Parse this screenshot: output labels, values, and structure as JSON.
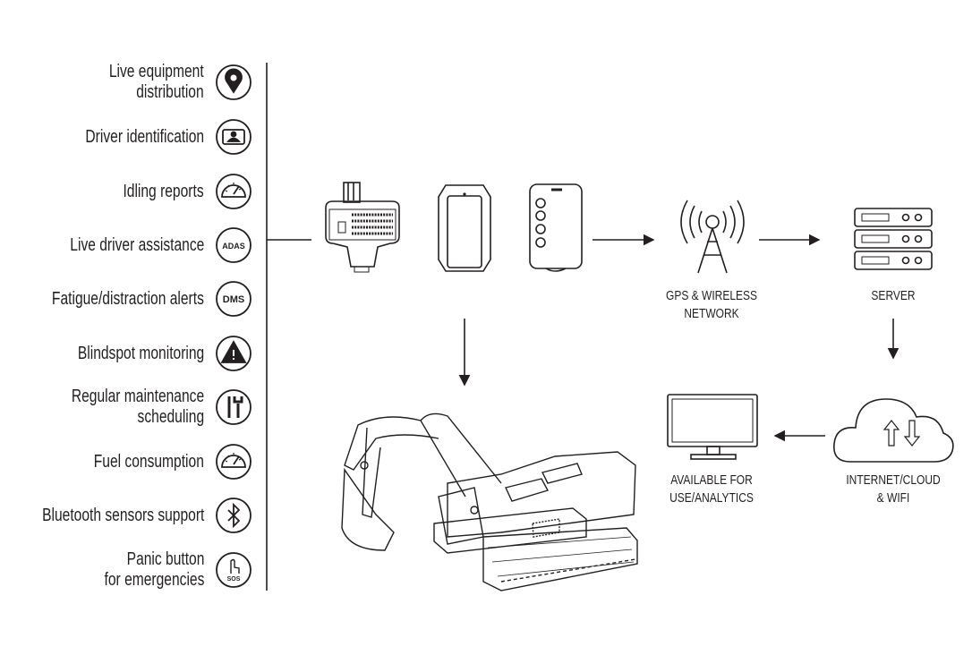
{
  "features": [
    {
      "label": "Live equipment\ndistribution",
      "icon": "map-pin-icon"
    },
    {
      "label": "Driver identification",
      "icon": "driver-id-card-icon"
    },
    {
      "label": "Idling reports",
      "icon": "gauge-icon"
    },
    {
      "label": "Live driver assistance",
      "icon": "adas-icon",
      "badge": "ADAS"
    },
    {
      "label": "Fatigue/distraction alerts",
      "icon": "dms-icon",
      "badge": "DMS"
    },
    {
      "label": "Blindspot monitoring",
      "icon": "warning-triangle-icon"
    },
    {
      "label": "Regular maintenance\nscheduling",
      "icon": "tools-icon"
    },
    {
      "label": "Fuel consumption",
      "icon": "fuel-gauge-icon"
    },
    {
      "label": "Bluetooth sensors support",
      "icon": "bluetooth-icon"
    },
    {
      "label": "Panic button\nfor emergencies",
      "icon": "sos-button-icon",
      "badge": "SOS"
    }
  ],
  "nodes": {
    "network": "GPS & WIRELESS\nNETWORK",
    "server": "SERVER",
    "cloud": "INTERNET/CLOUD\n& WIFI",
    "analytics": "AVAILABLE FOR\nUSE/ANALYTICS"
  },
  "colors": {
    "ink": "#231f20",
    "background": "#ffffff"
  }
}
